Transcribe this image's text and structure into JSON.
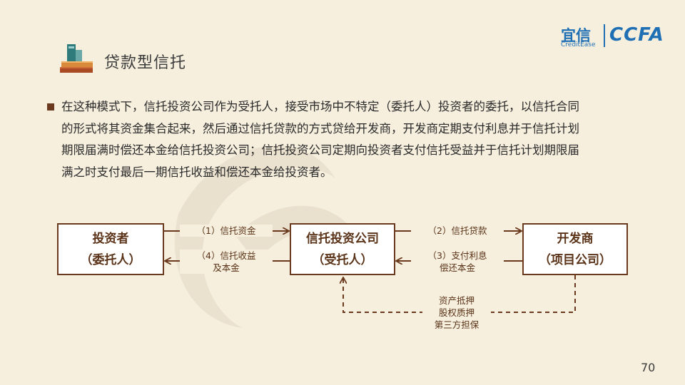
{
  "header": {
    "title": "贷款型信托",
    "logo": {
      "brand": "宜信",
      "brand_en": "CreditEase",
      "partner": "CCFA"
    }
  },
  "body": {
    "paragraph_lines": [
      "在这种模式下，信托投资公司作为受托人，接受市场中不特定（委托人）投资者的委托，以信托合同",
      "的形式将其资金集合起来，然后通过信托贷款的方式贷给开发商，开发商定期支付利息并于信托计划",
      "期限届满时偿还本金给信托投资公司；信托投资公司定期向投资者支付信托受益并于信托计划期限届",
      "满之时支付最后一期信托收益和偿还本金给投资者。"
    ]
  },
  "diagram": {
    "nodes": {
      "investor": {
        "line1": "投资者",
        "line2": "（委托人）"
      },
      "trust": {
        "line1": "信托投资公司",
        "line2": "（受托人）"
      },
      "developer": {
        "line1": "开发商",
        "line2": "（项目公司）"
      }
    },
    "flows": {
      "f1": "（1）信托资金",
      "f4_line1": "（4）信托收益",
      "f4_line2": "及本金",
      "f2": "（2）信托贷款",
      "f3_line1": "（3）支付利息",
      "f3_line2": "偿还本金",
      "collateral_line1": "资产抵押",
      "collateral_line2": "股权质押",
      "collateral_line3": "第三方担保"
    }
  },
  "colors": {
    "background": "#f6efde",
    "accent": "#6b3a1e",
    "logo_blue": "#1f6fb5"
  },
  "footer": {
    "page_number": "70"
  }
}
